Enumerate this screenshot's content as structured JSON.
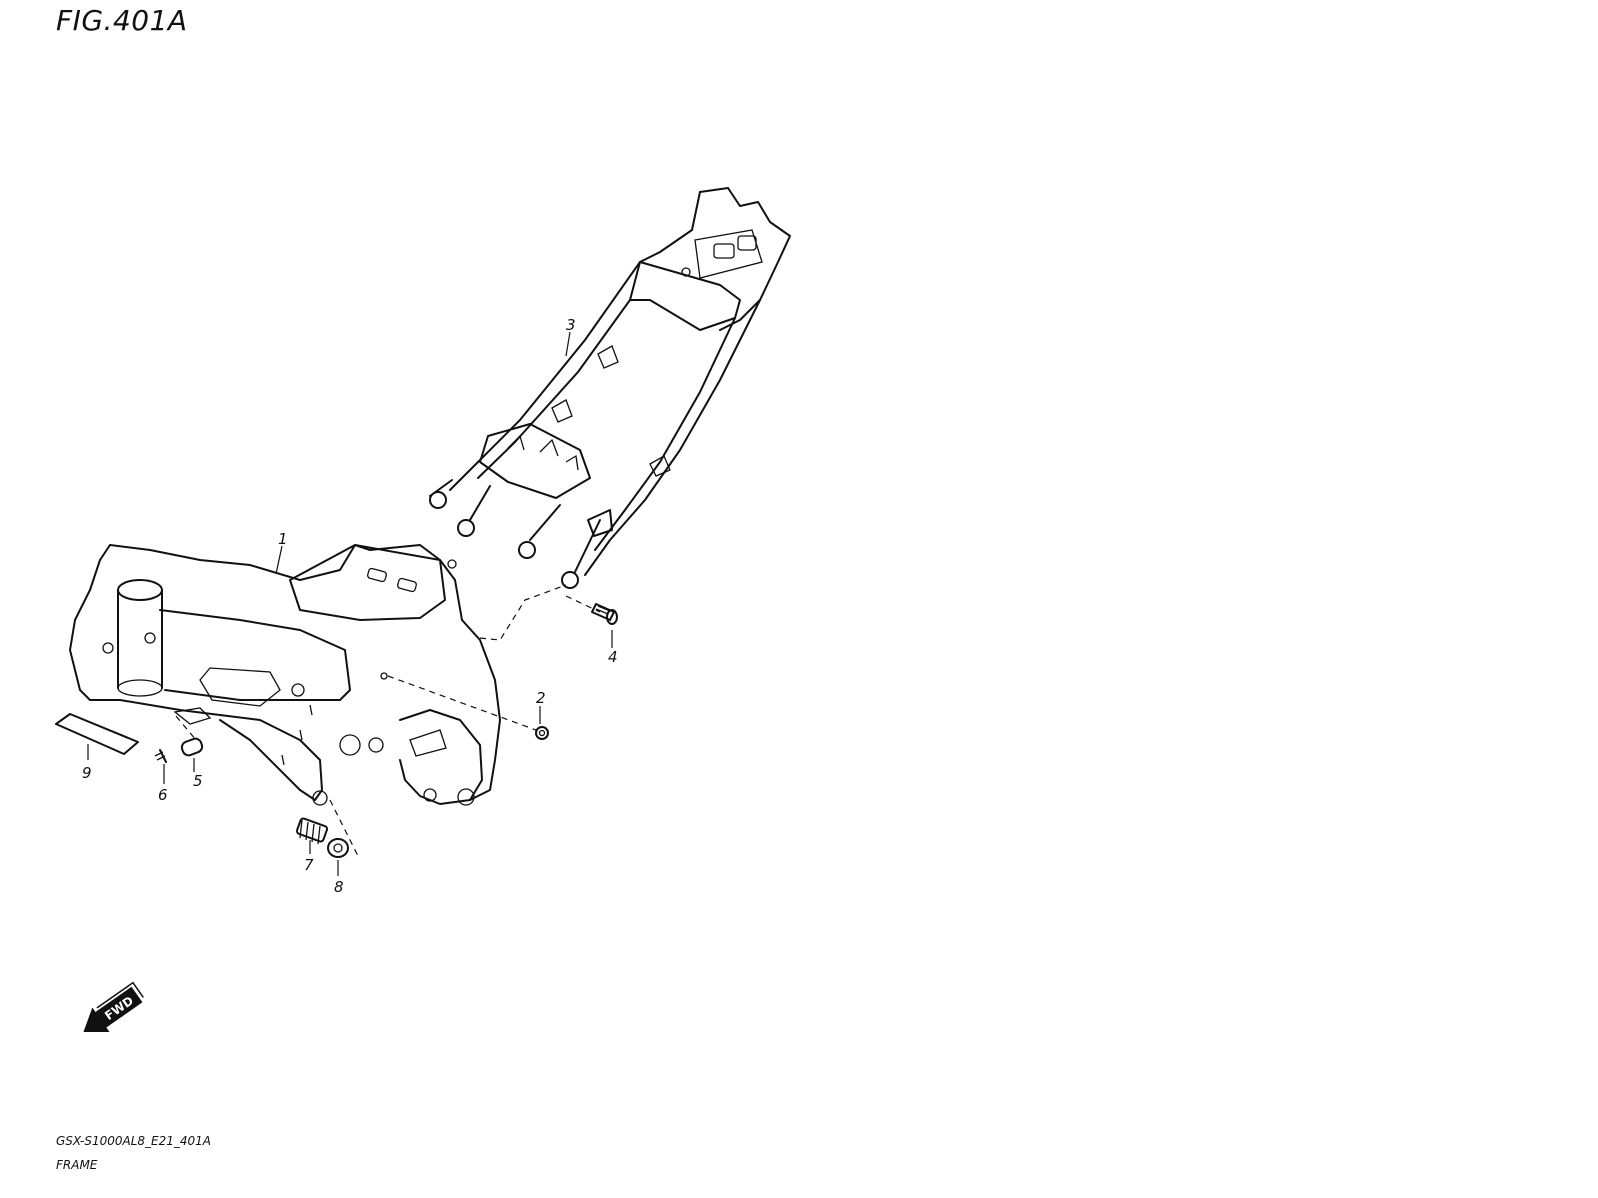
{
  "figure": {
    "title": "FIG.401A",
    "model_code": "GSX-S1000AL8_E21_401A",
    "name": "FRAME"
  },
  "fwd_badge": {
    "label": "FWD"
  },
  "callouts": [
    "1",
    "2",
    "3",
    "4",
    "5",
    "6",
    "7",
    "8",
    "9"
  ]
}
